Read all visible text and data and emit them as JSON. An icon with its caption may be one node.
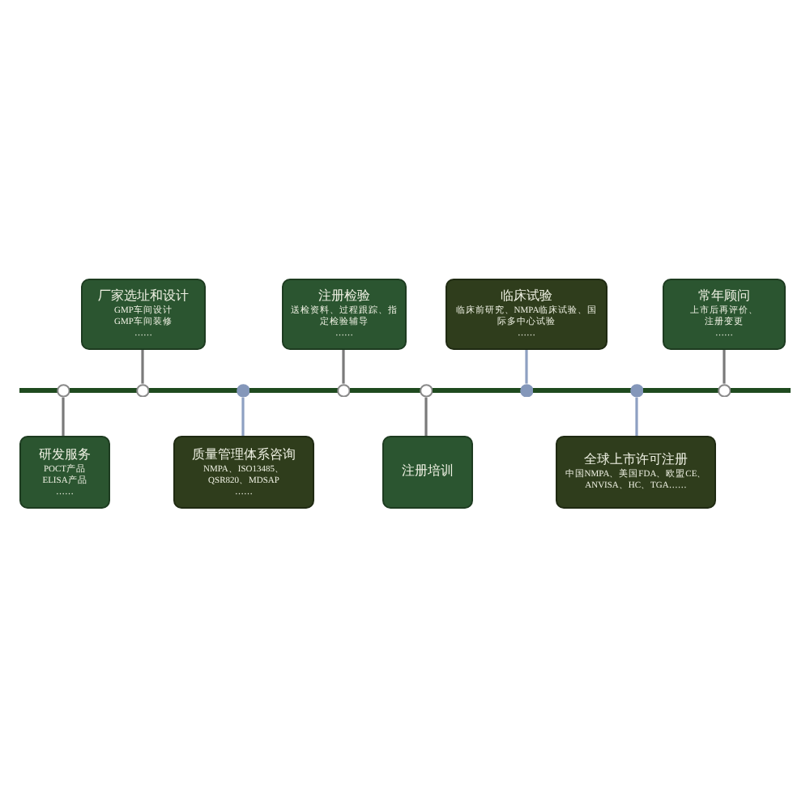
{
  "diagram": {
    "nodes": [
      {
        "text": [
          "研发服务",
          "POCT产品 ELISA产品",
          "……"
        ]
      },
      {
        "text": [
          "厂家选址和设计",
          "GMP车间设计 GMP车间装修",
          "……"
        ]
      },
      {
        "text": [
          "质量管理体系咨询",
          "NMPA、ISO13485、QSR820、MDSAP",
          "……"
        ]
      },
      {
        "text": [
          "注册检验",
          "送检资料、过程跟踪、指定检验辅导",
          "……"
        ]
      },
      {
        "text": [
          "注册培训"
        ]
      },
      {
        "text": [
          "临床试验",
          "临床前研究、NMPA临床试验、国际多中心试验",
          "……"
        ]
      },
      {
        "text": [
          "全球上市许可注册",
          "中国NMPA、美国FDA、欧盟CE、ANVISA、HC、TGA……"
        ]
      },
      {
        "text": [
          "常年顾问",
          "上市后再评价、注册变更",
          "……"
        ]
      },
      {
        "text": [],
        "shape": "circle"
      },
      {
        "text": [],
        "shape": "circle"
      },
      {
        "text": [],
        "shape": "circle"
      },
      {
        "text": [],
        "shape": "circle"
      },
      {
        "text": [],
        "shape": "circle"
      },
      {
        "text": [],
        "shape": "circle"
      },
      {
        "text": [],
        "shape": "circle"
      },
      {
        "text": [],
        "shape": "circle"
      }
    ],
    "edges": [
      {
        "from": 0,
        "to": 8,
        "arrow": "none"
      },
      {
        "from": 1,
        "to": 9,
        "arrow": "none"
      },
      {
        "from": 2,
        "to": 10,
        "arrow": "none",
        "color": "#8ea0c2"
      },
      {
        "from": 3,
        "to": 11,
        "arrow": "none"
      },
      {
        "from": 4,
        "to": 12,
        "arrow": "none"
      },
      {
        "from": 5,
        "to": 13,
        "arrow": "none",
        "color": "#8ea0c2"
      },
      {
        "from": 6,
        "to": 14,
        "arrow": "none",
        "color": "#8ea0c2"
      },
      {
        "from": 7,
        "to": 15,
        "arrow": "none"
      }
    ]
  }
}
